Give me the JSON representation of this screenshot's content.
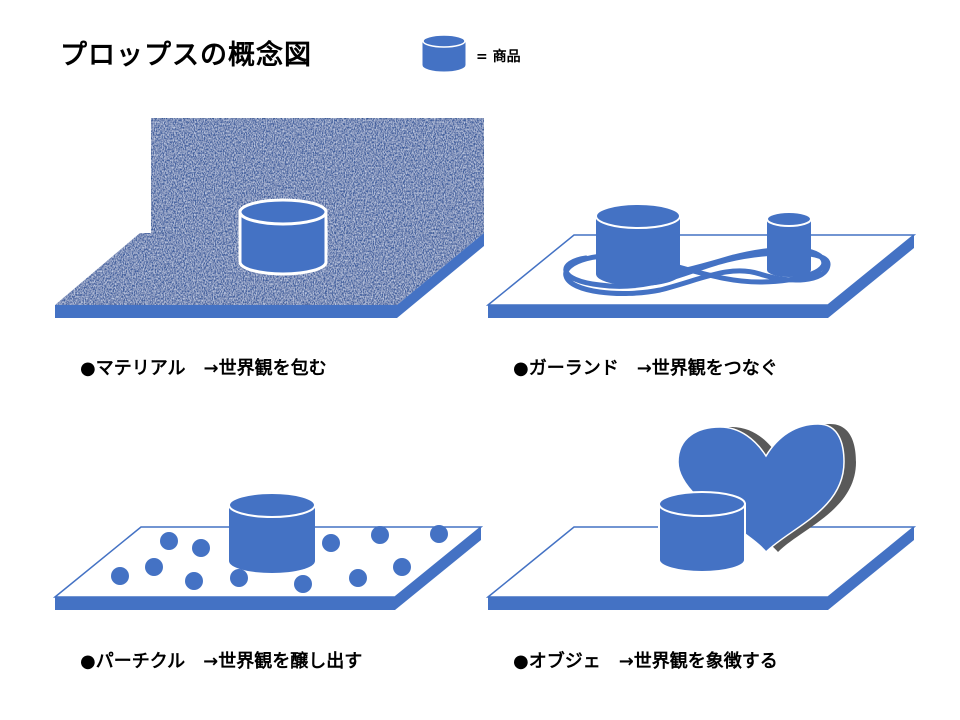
{
  "title": "プロップスの概念図",
  "legend": {
    "icon": "cylinder-icon",
    "text": "= 商品"
  },
  "colors": {
    "accent": "#4472C4",
    "stroke": "#2F528F",
    "shadow": "#595959",
    "fabric": "#3F5F9E"
  },
  "panels": [
    {
      "caption": "●マテリアル　→世界観を包む"
    },
    {
      "caption": "●ガーランド　→世界観をつなぐ"
    },
    {
      "caption": "●パーチクル　→世界観を醸し出す"
    },
    {
      "caption": "●オブジェ　→世界観を象徴する"
    }
  ]
}
